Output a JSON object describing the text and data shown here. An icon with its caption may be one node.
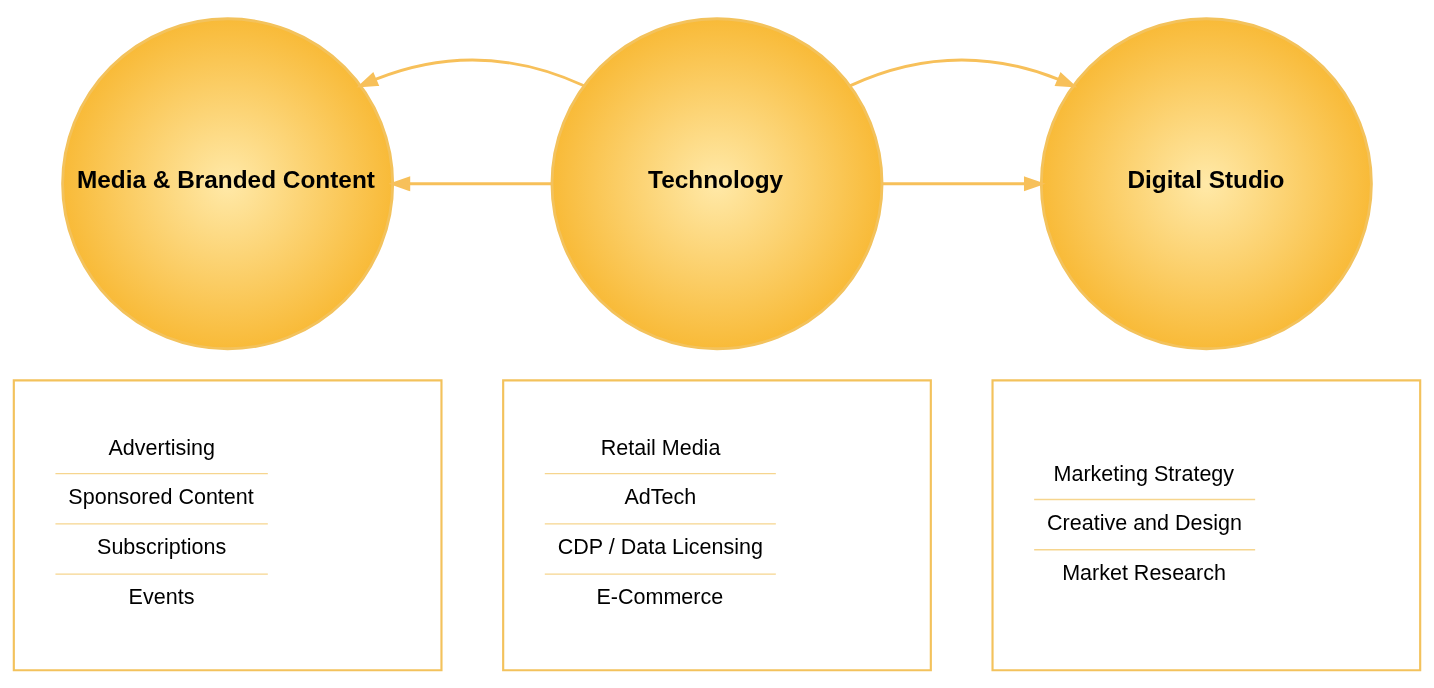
{
  "diagram": {
    "nodes": [
      {
        "text": [
          "Media & Branded Content"
        ]
      },
      {
        "text": [
          "Advertising",
          "Sponsored Content",
          "Subscriptions",
          "Events"
        ]
      },
      {
        "text": [
          "Technology"
        ]
      },
      {
        "text": [
          "Retail Media",
          "AdTech",
          "CDP / Data Licensing",
          "E-Commerce"
        ]
      },
      {
        "text": [
          "Digital Studio"
        ]
      },
      {
        "text": [
          "Marketing Strategy",
          "Creative and Design",
          "Market Research"
        ]
      }
    ],
    "edges": [
      {
        "from": 2,
        "to": 0,
        "arrow": "to"
      },
      {
        "from": 2,
        "to": 0,
        "arrow": "to"
      },
      {
        "from": 2,
        "to": 4,
        "arrow": "to"
      },
      {
        "from": 2,
        "to": 4,
        "arrow": "to"
      }
    ]
  }
}
